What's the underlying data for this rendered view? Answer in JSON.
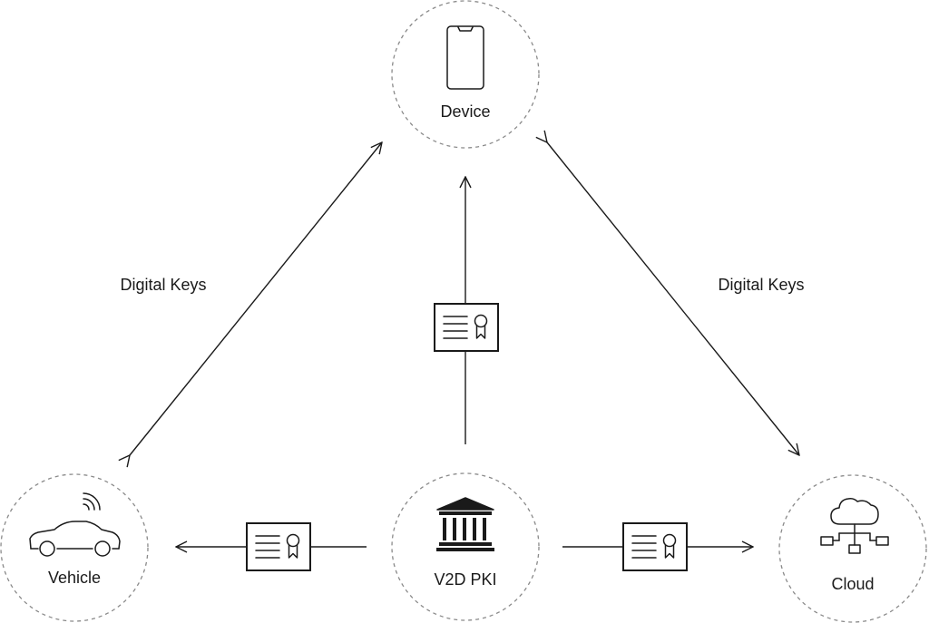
{
  "nodes": {
    "device": {
      "label": "Device",
      "icon": "smartphone-icon"
    },
    "vehicle": {
      "label": "Vehicle",
      "icon": "car-icon"
    },
    "pki": {
      "label": "V2D PKI",
      "icon": "bank-building-icon"
    },
    "cloud": {
      "label": "Cloud",
      "icon": "cloud-network-icon"
    }
  },
  "edges": {
    "vehicle_device": {
      "label": "Digital Keys"
    },
    "device_cloud": {
      "label": "Digital Keys"
    }
  },
  "colors": {
    "ink": "#1a1a1a",
    "circle_outline": "#8a8a8a",
    "background": "#ffffff"
  }
}
